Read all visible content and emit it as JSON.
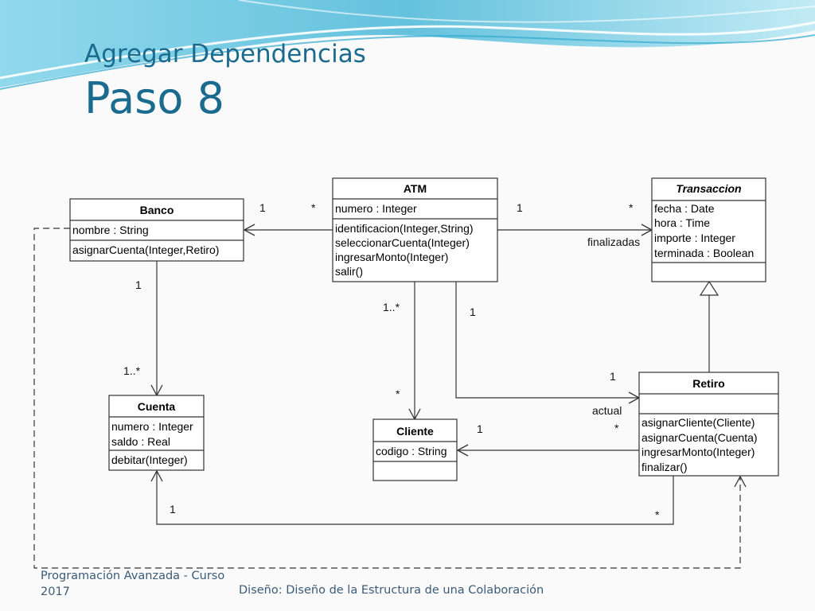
{
  "slide": {
    "title_line1": "Agregar Dependencias",
    "title_line2": "Paso 8",
    "footer_left": "Programación Avanzada - Curso 2017",
    "footer_center": "Diseño: Diseño de la Estructura de una Colaboración"
  },
  "classes": {
    "atm": {
      "name": "ATM",
      "attributes": [
        "numero : Integer"
      ],
      "operations": [
        "identificacion(Integer,String)",
        "seleccionarCuenta(Integer)",
        "ingresarMonto(Integer)",
        "salir()"
      ]
    },
    "banco": {
      "name": "Banco",
      "attributes": [
        "nombre : String"
      ],
      "operations": [
        "asignarCuenta(Integer,Retiro)"
      ]
    },
    "transaccion": {
      "name": "Transaccion",
      "abstract": true,
      "attributes": [
        "fecha : Date",
        "hora : Time",
        "importe : Integer",
        "terminada : Boolean"
      ],
      "operations": []
    },
    "cuenta": {
      "name": "Cuenta",
      "attributes": [
        "numero : Integer",
        "saldo : Real"
      ],
      "operations": [
        "debitar(Integer)"
      ]
    },
    "cliente": {
      "name": "Cliente",
      "attributes": [
        "codigo : String"
      ],
      "operations": []
    },
    "retiro": {
      "name": "Retiro",
      "attributes": [],
      "operations": [
        "asignarCliente(Cliente)",
        "asignarCuenta(Cuenta)",
        "ingresarMonto(Integer)",
        "finalizar()"
      ]
    }
  },
  "associations": {
    "atm_banco": {
      "mult_banco": "1",
      "mult_atm": "*"
    },
    "atm_transaccion": {
      "mult_atm": "1",
      "mult_transaccion": "*",
      "role": "finalizadas"
    },
    "banco_cuenta": {
      "mult_banco": "1",
      "mult_cuenta": "1..*"
    },
    "atm_cliente": {
      "mult_atm": "1..*",
      "mult_cliente": "*"
    },
    "atm_retiro": {
      "mult_atm": "1",
      "mult_retiro": "1",
      "role": "actual"
    },
    "retiro_cliente": {
      "mult_cliente": "1",
      "mult_retiro": "*"
    },
    "retiro_cuenta": {
      "mult_cuenta": "1",
      "mult_retiro": "*"
    }
  },
  "colors": {
    "title": "#1a6b8e",
    "footer": "#3a5a78",
    "header_wave": "#4ab8d8",
    "lines": "#333333"
  }
}
